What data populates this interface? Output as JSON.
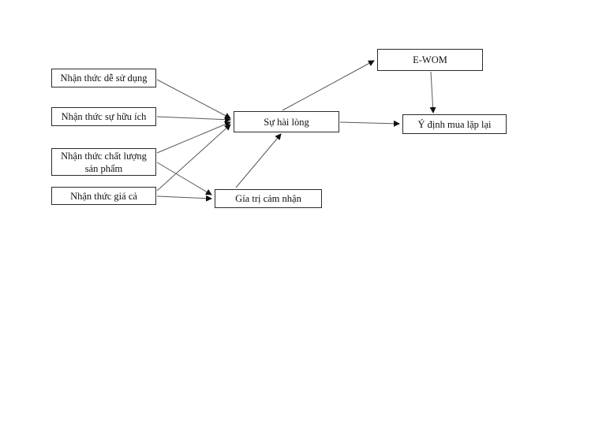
{
  "diagram": {
    "nodes": {
      "ease": {
        "label": "Nhận thức dễ sử dụng"
      },
      "useful": {
        "label": "Nhận thức sự hữu ích"
      },
      "quality": {
        "label": "Nhận thức chất lượng sản phẩm"
      },
      "price": {
        "label": "Nhận thức giá cả"
      },
      "satisfaction": {
        "label": "Sự hài lòng"
      },
      "value": {
        "label": "Gía trị cảm nhận"
      },
      "ewom": {
        "label": "E-WOM"
      },
      "repurchase": {
        "label": "Ý định mua lặp lại"
      }
    },
    "edges": [
      {
        "from": "Nhận thức dễ sử dụng",
        "to": "Sự hài lòng"
      },
      {
        "from": "Nhận thức sự hữu ích",
        "to": "Sự hài lòng"
      },
      {
        "from": "Nhận thức chất lượng sản phẩm",
        "to": "Sự hài lòng"
      },
      {
        "from": "Nhận thức giá cả",
        "to": "Sự hài lòng"
      },
      {
        "from": "Nhận thức chất lượng sản phẩm",
        "to": "Gía trị cảm nhận"
      },
      {
        "from": "Nhận thức giá cả",
        "to": "Gía trị cảm nhận"
      },
      {
        "from": "Gía trị cảm nhận",
        "to": "Sự hài lòng"
      },
      {
        "from": "Sự hài lòng",
        "to": "E-WOM"
      },
      {
        "from": "Sự hài lòng",
        "to": "Ý định mua lặp lại"
      },
      {
        "from": "E-WOM",
        "to": "Ý định mua lặp lại"
      }
    ],
    "colors": {
      "background": "#ffffff",
      "box_border": "#2b2b2b",
      "line": "#595959",
      "arrowhead": "#111111",
      "text": "#111111"
    }
  }
}
